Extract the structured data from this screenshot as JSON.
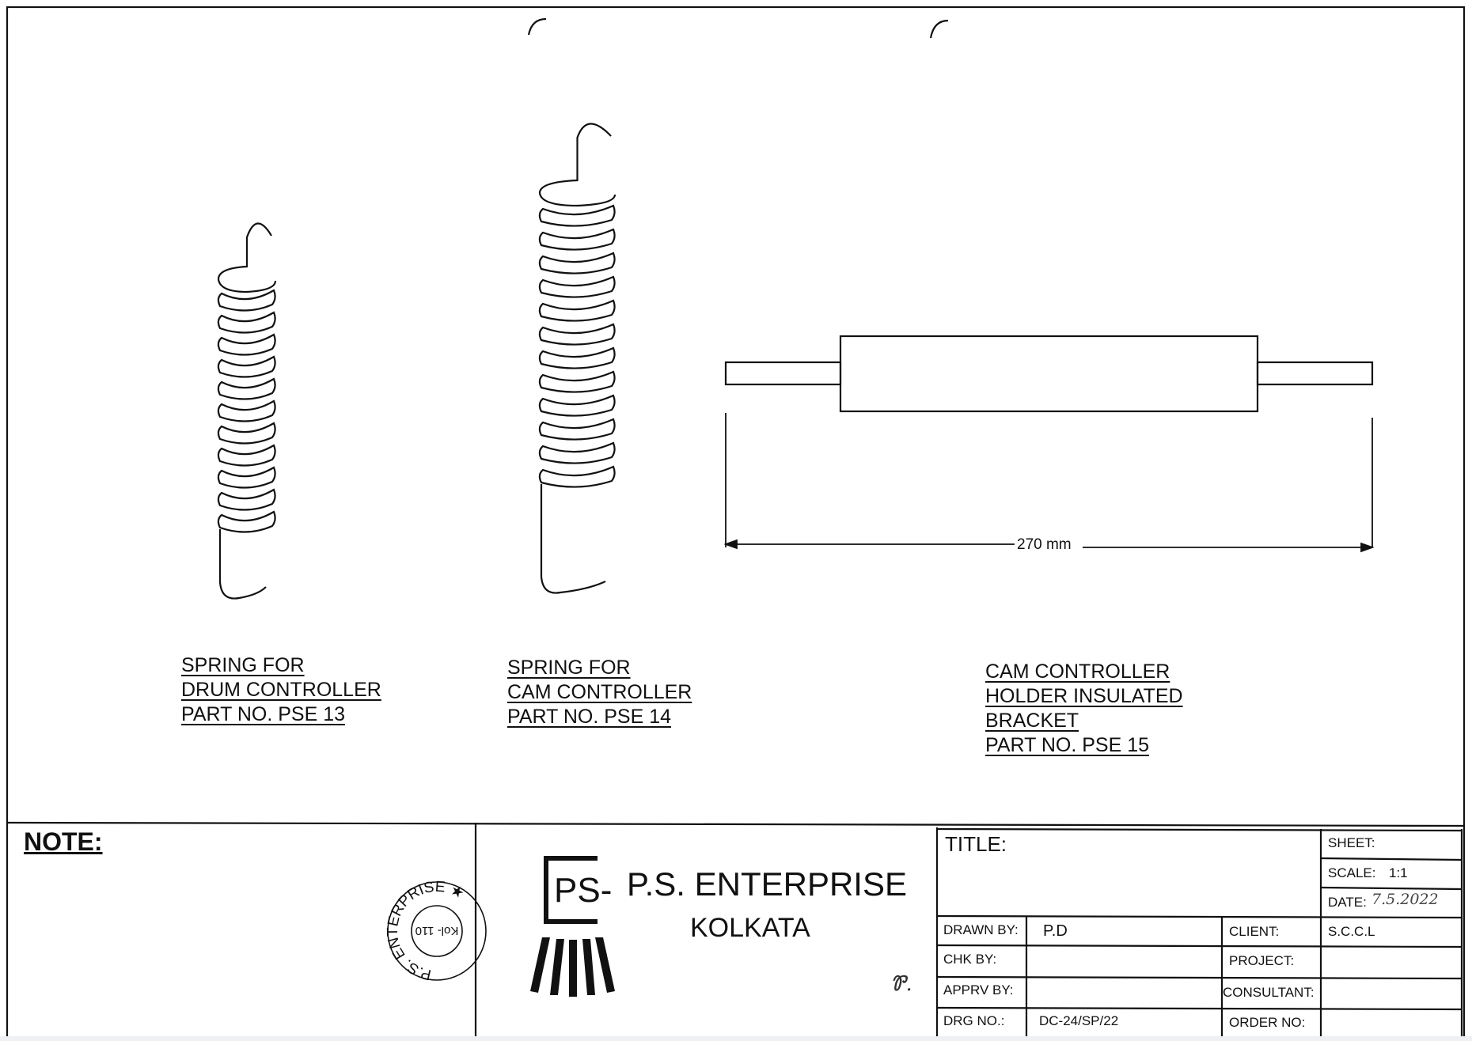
{
  "parts": [
    {
      "lines": [
        "SPRING FOR",
        "DRUM CONTROLLER",
        "PART NO. PSE 13"
      ]
    },
    {
      "lines": [
        "SPRING FOR",
        "CAM CONTROLLER",
        "PART NO. PSE 14"
      ]
    },
    {
      "lines": [
        "CAM CONTROLLER",
        "HOLDER INSULATED",
        "BRACKET",
        "PART NO. PSE 15"
      ]
    }
  ],
  "dimension": {
    "label": "270 mm"
  },
  "note": {
    "label": "NOTE:"
  },
  "stamp": {
    "outer_text": "P.S. ENTERPRISE ★",
    "inner_text": "Kol- 110"
  },
  "company": {
    "logo_text": "PS-",
    "name": "P.S. ENTERPRISE",
    "city": "KOLKATA"
  },
  "title_block": {
    "title_label": "TITLE:",
    "sheet_label": "SHEET:",
    "scale_label": "SCALE:",
    "scale_value": "1:1",
    "date_label": "DATE:",
    "date_value": "7.5.2022",
    "drawn_by_label": "DRAWN BY:",
    "drawn_by_value": "P.D",
    "chk_by_label": "CHK BY:",
    "apprv_by_label": "APPRV BY:",
    "drg_no_label": "DRG NO.:",
    "drg_no_value": "DC-24/SP/22",
    "client_label": "CLIENT:",
    "client_value": "S.C.C.L",
    "project_label": "PROJECT:",
    "consultant_label": "CONSULTANT:",
    "order_no_label": "ORDER NO:"
  }
}
